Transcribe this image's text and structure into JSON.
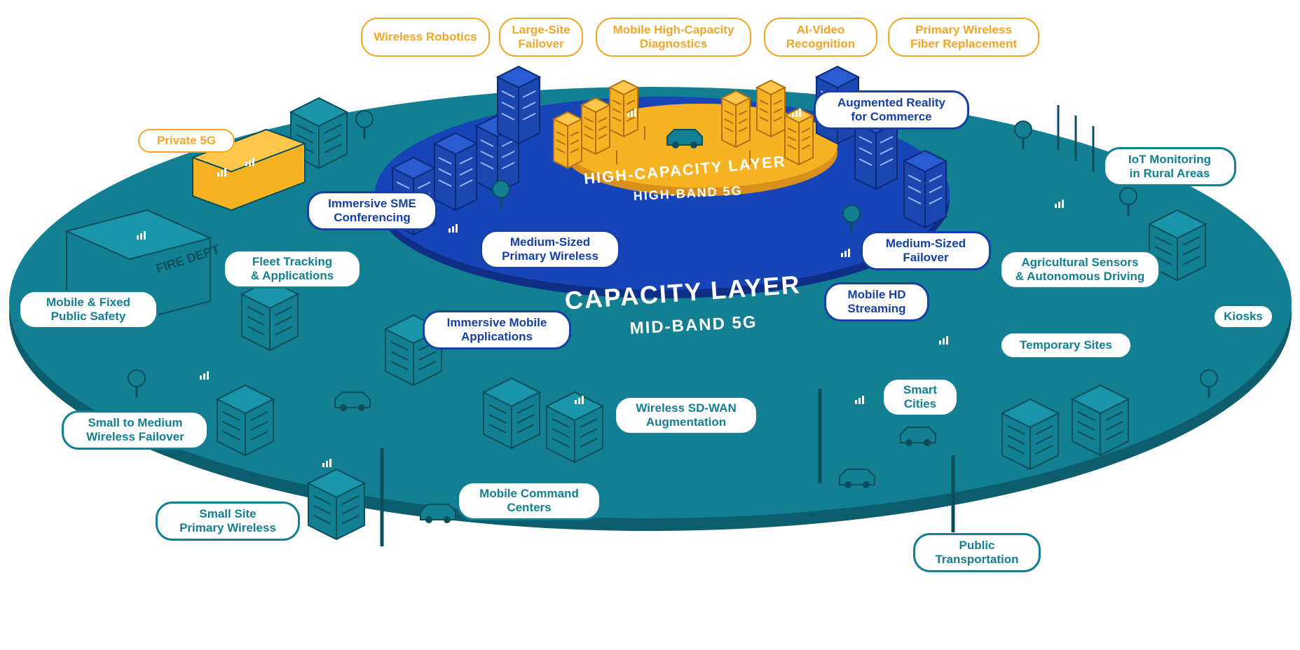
{
  "colors": {
    "coverage": "#127f92",
    "coverage_dark": "#0c5e6e",
    "capacity": "#1745b8",
    "capacity_dark": "#0f2f86",
    "high_capacity": "#f5b324",
    "high_capacity_dark": "#d9901a",
    "label_orange": "#f2a627",
    "building_blue": "#1c46b0",
    "building_orange": "#f5b324"
  },
  "layers": {
    "coverage": {
      "title": "COVERAGE LAYER",
      "subtitle": "LOW-BAND 5G / GIGABIT LTE / 4G LTE"
    },
    "capacity": {
      "title": "CAPACITY LAYER",
      "subtitle": "MID-BAND 5G"
    },
    "high_capacity": {
      "title": "HIGH-CAPACITY LAYER",
      "subtitle": "HIGH-BAND 5G"
    }
  },
  "top_labels": [
    "Wireless Robotics",
    "Large-Site\nFailover",
    "Mobile High-Capacity\nDiagnostics",
    "AI-Video\nRecognition",
    "Primary Wireless\nFiber Replacement",
    "Private 5G"
  ],
  "capacity_labels": [
    "Immersive SME\nConferencing",
    "Medium-Sized\nPrimary Wireless",
    "Immersive Mobile\nApplications",
    "Augmented Reality\nfor Commerce",
    "Medium-Sized\nFailover",
    "Mobile HD\nStreaming"
  ],
  "coverage_labels": [
    "Fleet Tracking\n& Applications",
    "Mobile & Fixed\nPublic Safety",
    "Small to Medium\nWireless Failover",
    "Small Site\nPrimary Wireless",
    "Mobile Command\nCenters",
    "Wireless SD-WAN\nAugmentation",
    "Smart\nCities",
    "Temporary Sites",
    "Public\nTransportation",
    "IoT Monitoring\nin Rural Areas",
    "Agricultural Sensors\n& Autonomous Driving",
    "Kiosks"
  ],
  "building_signs": {
    "fire_dept": "FIRE DEPT"
  }
}
